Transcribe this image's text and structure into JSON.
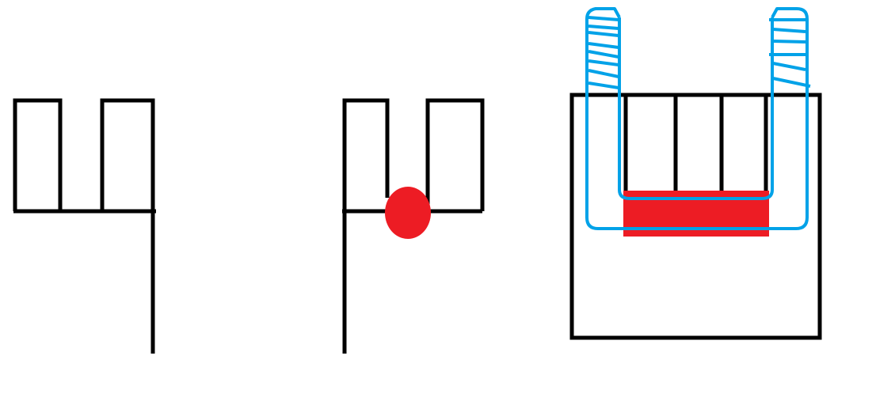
{
  "colors": {
    "outline": "#000000",
    "highlight": "#ed1c24",
    "u_bolt": "#00a2e8",
    "background": "#ffffff"
  },
  "figures": [
    {
      "name": "comb-bracket-plain"
    },
    {
      "name": "comb-bracket-with-red-dot"
    },
    {
      "name": "box-with-u-bolt-and-red-pad"
    }
  ]
}
